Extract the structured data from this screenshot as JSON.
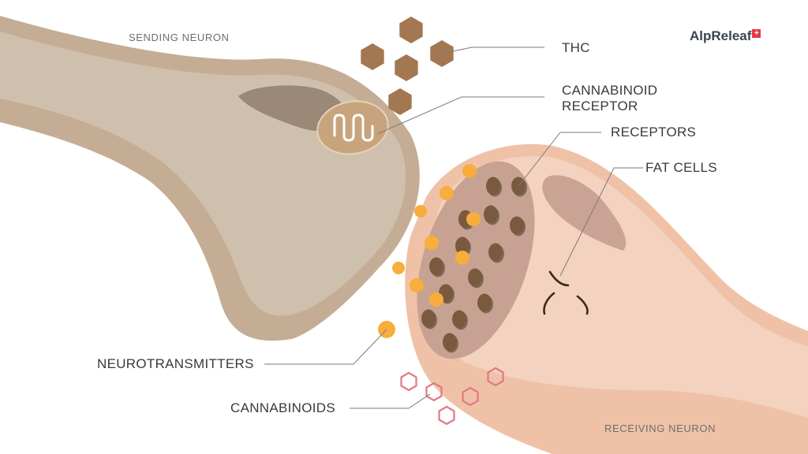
{
  "labels": {
    "sending_neuron": "SENDING NEURON",
    "receiving_neuron": "RECEIVING NEURON",
    "thc": "THC",
    "cannabinoid_receptor_line1": "CANNABINOID",
    "cannabinoid_receptor_line2": "RECEPTOR",
    "receptors": "RECEPTORS",
    "fat_cells": "FAT CELLS",
    "neurotransmitters": "NEUROTRANSMITTERS",
    "cannabinoids": "CANNABINOIDS"
  },
  "brand": {
    "name": "AlpReleaf",
    "cross": "+"
  },
  "colors": {
    "sending_neuron_outer": "#c4ad94",
    "sending_neuron_inner": "#cfc0ad",
    "nucleus_sending": "#9b8876",
    "cannabinoid_receptor": "#c8a47c",
    "receiving_neuron_outer": "#efc2a8",
    "receiving_neuron_inner": "#f3d3bf",
    "nucleus_receiving": "#c9a393",
    "receptor_zone": "#c7a292",
    "receptor_dot": "#7a5a3e",
    "thc": "#a37751",
    "neurotransmitter": "#f8ad3c",
    "cannabinoid_outline": "#e27784",
    "leader_line": "#7a7a7a"
  }
}
